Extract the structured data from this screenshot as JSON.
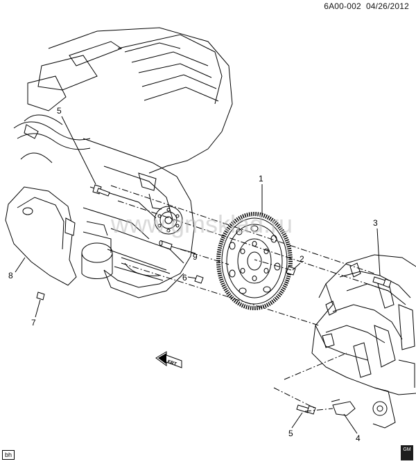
{
  "header": {
    "diagram_id": "6A00-002",
    "date": "04/26/2012"
  },
  "watermark": "www.gmsklad.ru",
  "callouts": [
    {
      "id": "c1",
      "label": "1"
    },
    {
      "id": "c2",
      "label": "2"
    },
    {
      "id": "c3",
      "label": "3"
    },
    {
      "id": "c4",
      "label": "4"
    },
    {
      "id": "c5a",
      "label": "5"
    },
    {
      "id": "c5b",
      "label": "5"
    },
    {
      "id": "c6",
      "label": "6"
    },
    {
      "id": "c7",
      "label": "7"
    },
    {
      "id": "c8",
      "label": "8"
    },
    {
      "id": "c9",
      "label": "9"
    }
  ],
  "direction_label": "FRT",
  "footer": {
    "code": "bh",
    "logo_text": "GM"
  }
}
